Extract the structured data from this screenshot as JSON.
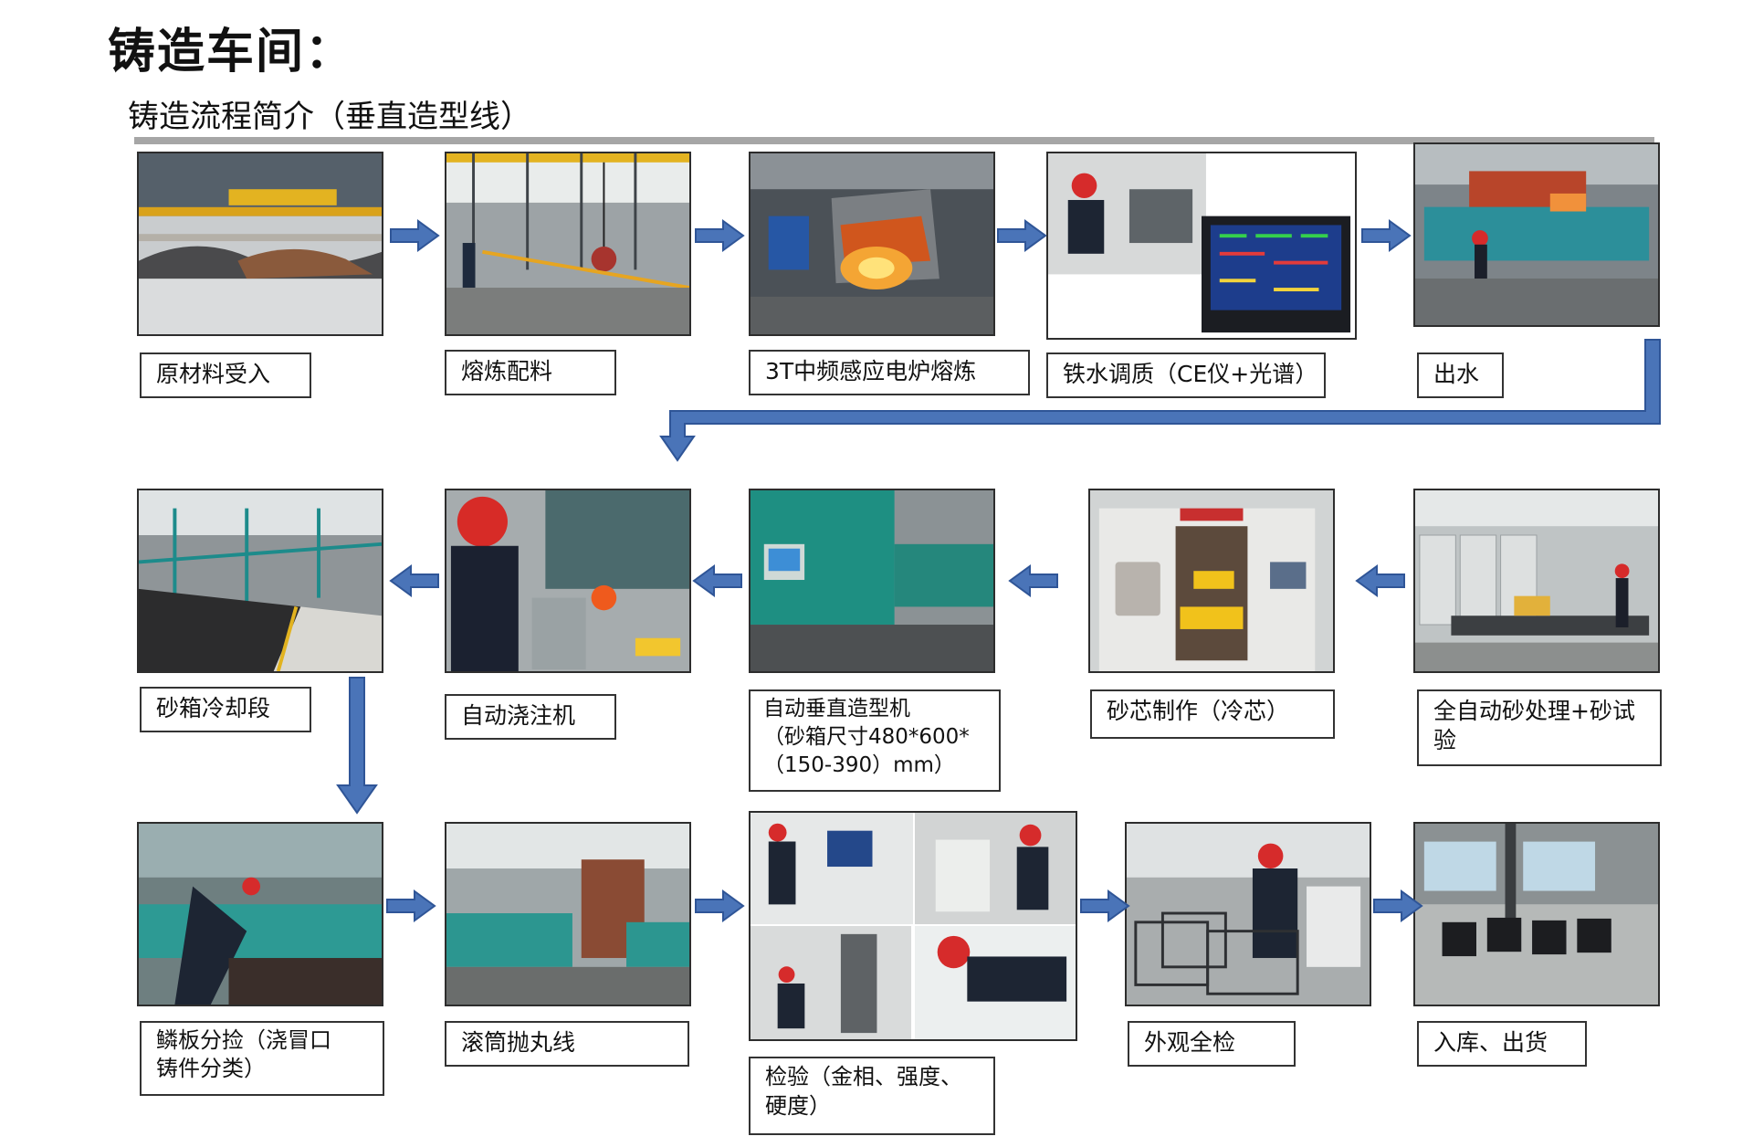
{
  "page": {
    "title": "铸造车间：",
    "subtitle": "铸造流程简介（垂直造型线）"
  },
  "colors": {
    "arrow_fill": "#4a74b8",
    "arrow_stroke": "#2f5597",
    "rule": "#a6a6a6",
    "box_border": "#333333"
  },
  "steps": [
    {
      "id": "raw-material",
      "label": "原材料受入",
      "photo": "scrap metal yard"
    },
    {
      "id": "melt-batching",
      "label": "熔炼配料",
      "photo": "crane magnet loading"
    },
    {
      "id": "induction-melting",
      "label": "3T中频感应电炉熔炼",
      "photo": "glowing induction furnace"
    },
    {
      "id": "iron-conditioning",
      "label": "铁水调质（CE仪+光谱）",
      "photo": "worker at spectrometer"
    },
    {
      "id": "tapping",
      "label": "出水",
      "photo": "pouring station"
    },
    {
      "id": "sand-processing",
      "label": "全自动砂处理+砂试验",
      "photo": "sand lab"
    },
    {
      "id": "core-making",
      "label": "砂芯制作（冷芯）",
      "photo": "core shooter machine"
    },
    {
      "id": "vertical-molding",
      "label": "自动垂直造型机\n（砂箱尺寸480*600*\n（150-390）mm）",
      "photo": "vertical molding machine"
    },
    {
      "id": "auto-pouring",
      "label": "自动浇注机",
      "photo": "pouring operator"
    },
    {
      "id": "flask-cooling",
      "label": "砂箱冷却段",
      "photo": "cooling conveyor"
    },
    {
      "id": "shakeout-sorting",
      "label": "鳞板分捡（浇冒口\n铸件分类）",
      "photo": "sorting conveyor"
    },
    {
      "id": "shot-blasting",
      "label": "滚筒抛丸线",
      "photo": "shot blast line"
    },
    {
      "id": "inspection",
      "label": "检验（金相、强度、\n硬度）",
      "photo": "lab inspections"
    },
    {
      "id": "visual-inspection",
      "label": "外观全检",
      "photo": "worker checking castings"
    },
    {
      "id": "warehouse-shipping",
      "label": "入库、出货",
      "photo": "warehouse pallets"
    }
  ]
}
